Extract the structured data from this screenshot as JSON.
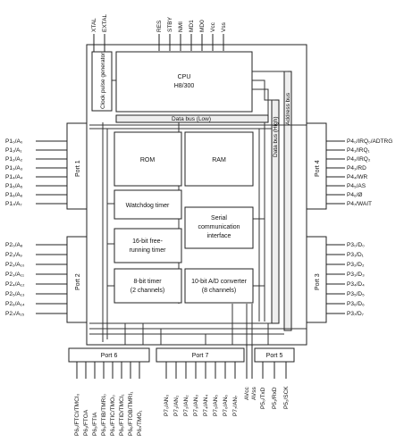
{
  "top_pins": [
    "XTAL",
    "EXTAL",
    "RES",
    "STBY",
    "NMI",
    "MD1",
    "MD0",
    "Vcc",
    "Vss"
  ],
  "blocks": {
    "clock": "Clock pulse generator",
    "cpu_name": "CPU",
    "cpu_model": "H8/300",
    "data_bus_low": "Data bus (Low)",
    "data_bus_high": "Data bus (High)",
    "address_bus": "Address bus",
    "rom": "ROM",
    "ram": "RAM",
    "watchdog": "Watchdog timer",
    "frt_line1": "16-bit free-",
    "frt_line2": "running timer",
    "sci_line1": "Serial",
    "sci_line2": "communication",
    "sci_line3": "interface",
    "tmr_line1": "8-bit timer",
    "tmr_line2": "(2 channels)",
    "adc_line1": "10-bit A/D converter",
    "adc_line2": "(8 channels)"
  },
  "ports": {
    "port1": "Port 1",
    "port2": "Port 2",
    "port3": "Port 3",
    "port4": "Port 4",
    "port5": "Port 5",
    "port6": "Port 6",
    "port7": "Port 7"
  },
  "port1_pins": [
    "P1₀/A₀",
    "P1₁/A₁",
    "P1₂/A₂",
    "P1₃/A₃",
    "P1₄/A₄",
    "P1₅/A₅",
    "P1₆/A₆",
    "P1₇/A₇"
  ],
  "port2_pins": [
    "P2₀/A₈",
    "P2₁/A₉",
    "P2₂/A₁₀",
    "P2₃/A₁₁",
    "P2₄/A₁₂",
    "P2₅/A₁₃",
    "P2₆/A₁₄",
    "P2₇/A₁₅"
  ],
  "port4_pins": [
    "P4₀/IRQ₀/ADTRG",
    "P4₁/IRQ₁",
    "P4₂/IRQ₂",
    "P4₃/RD",
    "P4₄/WR",
    "P4₅/AS",
    "P4₆/Ø",
    "P4₇/WAIT"
  ],
  "port3_pins": [
    "P3₀/D₀",
    "P3₁/D₁",
    "P3₂/D₂",
    "P3₃/D₃",
    "P3₄/D₄",
    "P3₅/D₅",
    "P3₆/D₆",
    "P3₇/D₇"
  ],
  "port6_pins": [
    "P6₀/FTCI/TMCI₀",
    "P6₁/FTOA",
    "P6₂/FTIA",
    "P6₃/FTIB/TMRI₀",
    "P6₄/FTIC/TMO₀",
    "P6₅/FTID/TMCI₁",
    "P6₆/FTOB/TMRI₁",
    "P6₇/TMO₁"
  ],
  "port7_pins": [
    "P7₀/AN₀",
    "P7₁/AN₁",
    "P7₂/AN₂",
    "P7₃/AN₃",
    "P7₄/AN₄",
    "P7₅/AN₅",
    "P7₆/AN₆",
    "P7₇/AN₇"
  ],
  "analog_pins": [
    "AVcc",
    "AVss"
  ],
  "port5_pins": [
    "P5₀/TxD",
    "P5₁/RxD",
    "P5₂/SCK"
  ]
}
